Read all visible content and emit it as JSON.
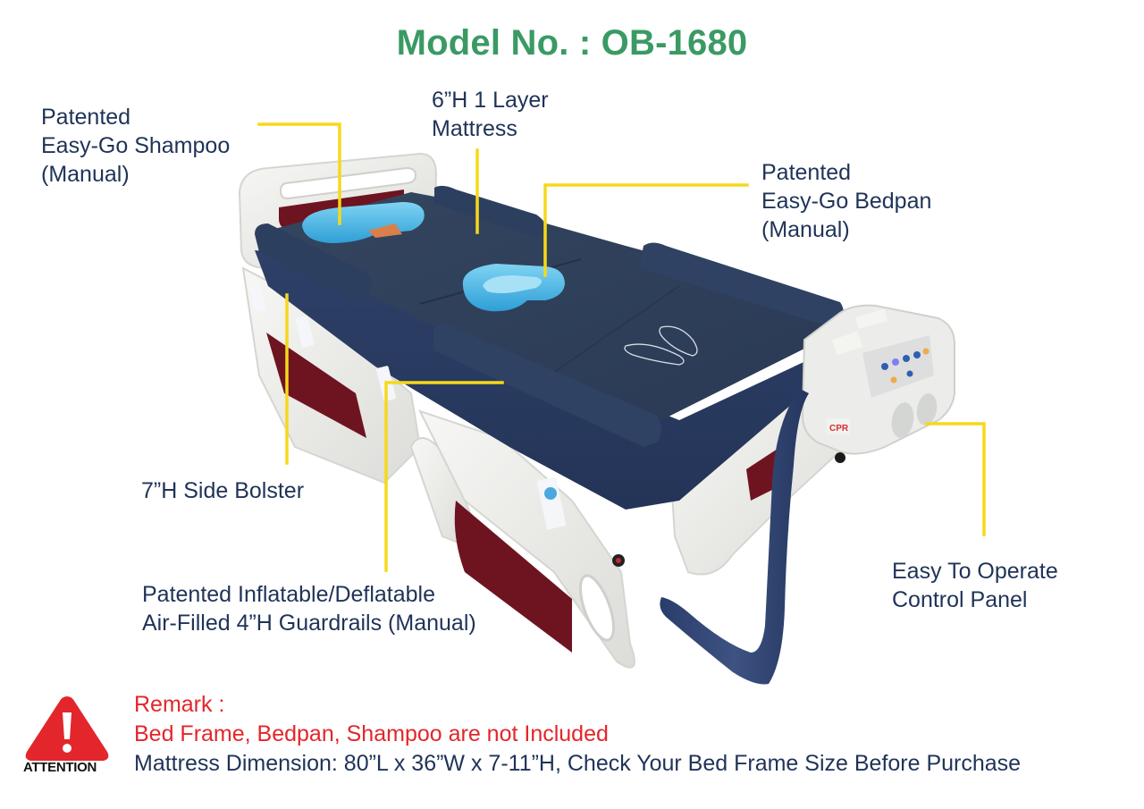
{
  "header": {
    "title": "Model No. : OB-1680"
  },
  "colors": {
    "title_green": "#3a9a64",
    "label_navy": "#1f3358",
    "callout_yellow": "#f7d81a",
    "remark_red": "#e3262b",
    "mattress_navy": "#2c3d5c",
    "frame_white": "#eeeeec",
    "panel_maroon": "#6e1420",
    "bedpan_blue": "#4cb8e6"
  },
  "callouts": {
    "shampoo": {
      "line1": "Patented",
      "line2": "Easy-Go Shampoo",
      "line3": "(Manual)"
    },
    "mattress": {
      "line1": "6”H 1 Layer",
      "line2": "Mattress"
    },
    "bedpan": {
      "line1": "Patented",
      "line2": "Easy-Go Bedpan",
      "line3": "(Manual)"
    },
    "bolster": {
      "line1": "7”H Side Bolster"
    },
    "guardrails": {
      "line1": "Patented Inflatable/Deflatable",
      "line2": "Air-Filled 4”H Guardrails (Manual)"
    },
    "control_panel": {
      "line1": "Easy To Operate",
      "line2": "Control Panel"
    }
  },
  "product_image": {
    "control_panel_badge": "CPR",
    "icons": [
      "bed-icon",
      "bedpan-icon",
      "shampoo-basin-icon",
      "footprint-icon",
      "control-panel-icon",
      "air-hose-icon"
    ]
  },
  "attention": {
    "icon": "warning-triangle-icon",
    "label": "ATTENTION"
  },
  "remark": {
    "heading": "Remark :",
    "line1": "Bed Frame, Bedpan, Shampoo are not Included",
    "line2": "Mattress Dimension: 80”L x 36”W x 7-11”H, Check Your Bed Frame Size Before Purchase"
  }
}
